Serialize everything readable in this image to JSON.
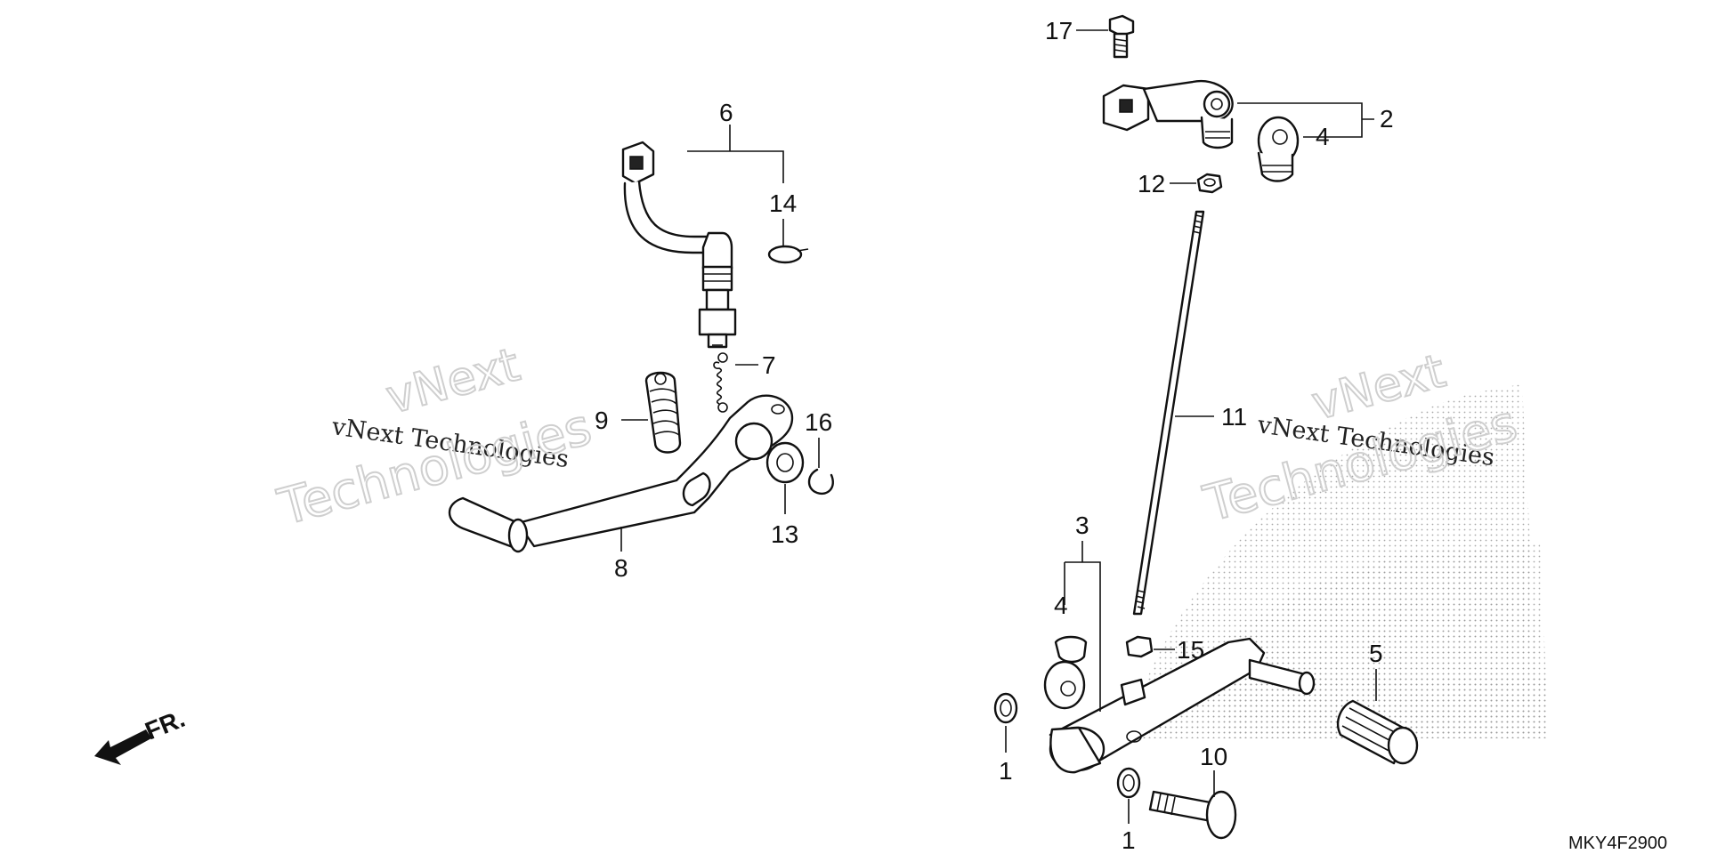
{
  "diagram": {
    "code": "MKY4F2900",
    "direction_label": "FR.",
    "watermarks": [
      {
        "line1": "vNext",
        "line2": "vNext Technologies",
        "line3": "Technologies"
      },
      {
        "line1": "vNext",
        "line2": "vNext Technologies",
        "line3": "Technologies"
      }
    ],
    "callouts": [
      {
        "id": "c17",
        "text": "17"
      },
      {
        "id": "c2",
        "text": "2"
      },
      {
        "id": "c4a",
        "text": "4"
      },
      {
        "id": "c12",
        "text": "12"
      },
      {
        "id": "c6",
        "text": "6"
      },
      {
        "id": "c14",
        "text": "14"
      },
      {
        "id": "c7",
        "text": "7"
      },
      {
        "id": "c9",
        "text": "9"
      },
      {
        "id": "c16",
        "text": "16"
      },
      {
        "id": "c13",
        "text": "13"
      },
      {
        "id": "c8",
        "text": "8"
      },
      {
        "id": "c11",
        "text": "11"
      },
      {
        "id": "c3",
        "text": "3"
      },
      {
        "id": "c4b",
        "text": "4"
      },
      {
        "id": "c15",
        "text": "15"
      },
      {
        "id": "c5",
        "text": "5"
      },
      {
        "id": "c1a",
        "text": "1"
      },
      {
        "id": "c10",
        "text": "10"
      },
      {
        "id": "c1b",
        "text": "1"
      }
    ]
  }
}
